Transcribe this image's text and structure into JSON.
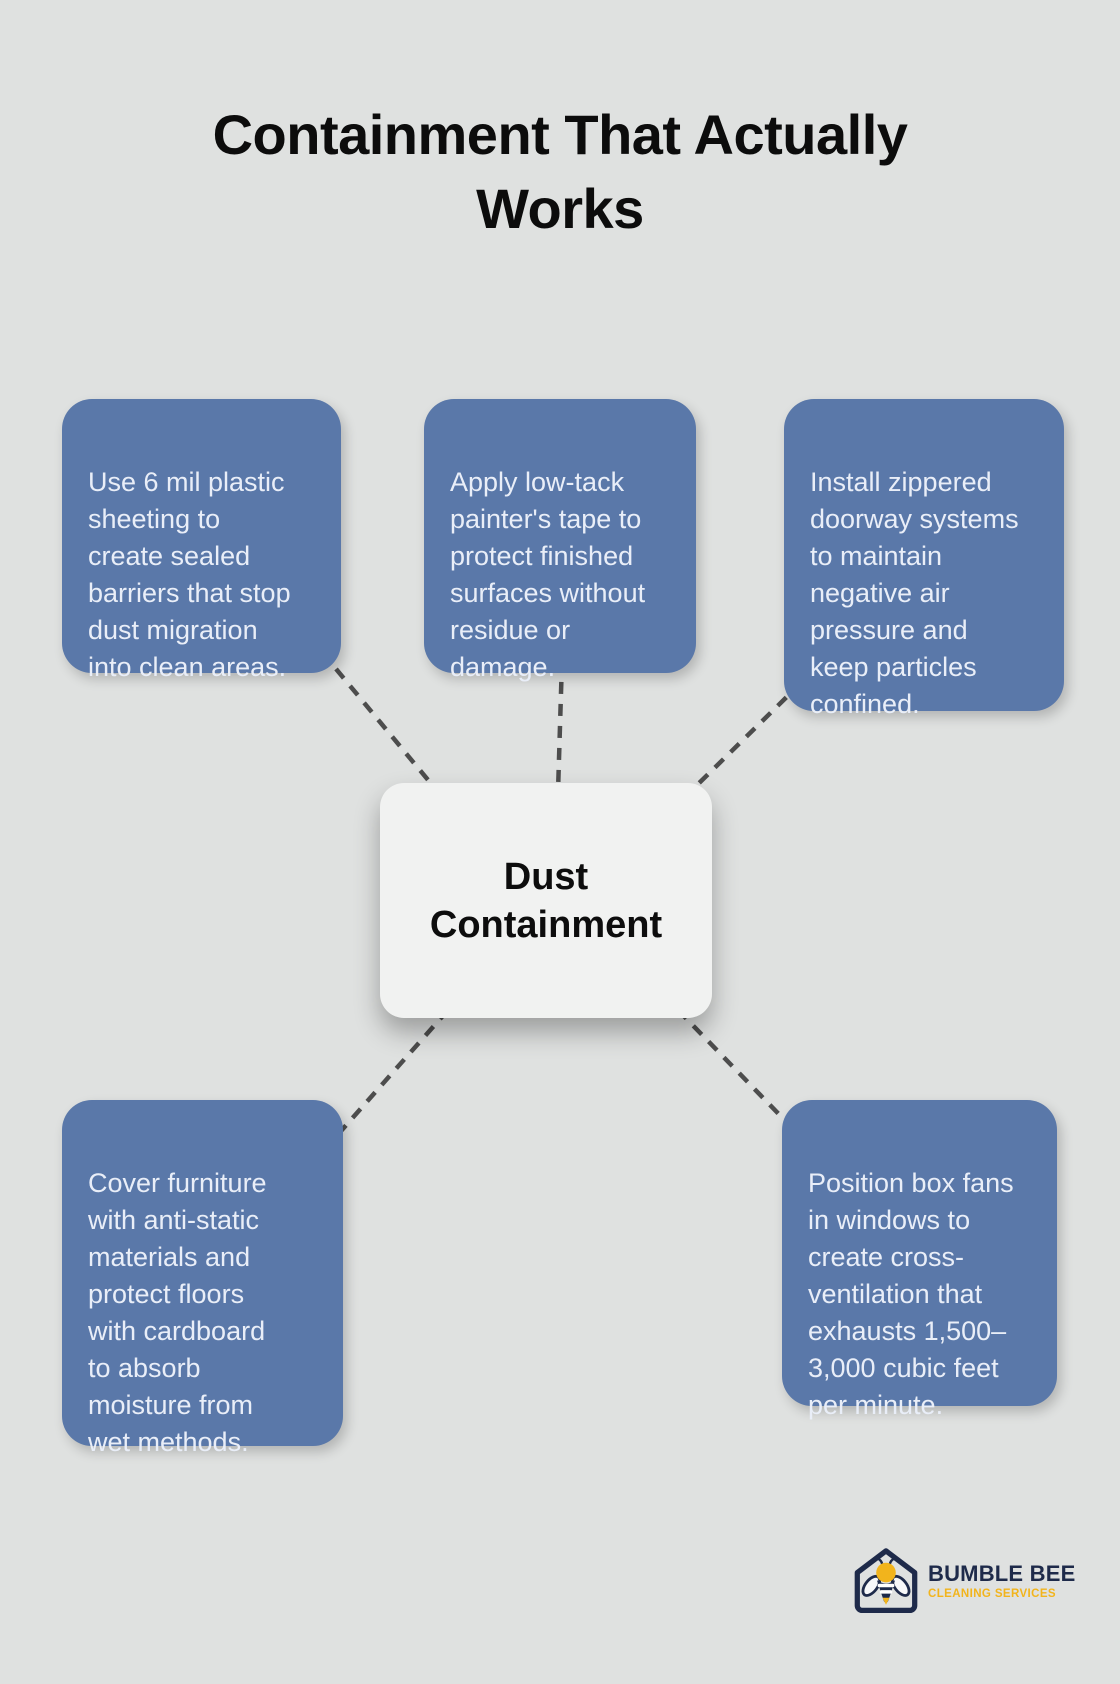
{
  "title": "Containment That Actually\nWorks",
  "center": {
    "label": "Dust\nContainment"
  },
  "nodes": [
    {
      "id": "top-left",
      "text": "Use 6 mil plastic\nsheeting to\ncreate sealed\nbarriers that stop\ndust migration\ninto clean areas."
    },
    {
      "id": "top-center",
      "text": "Apply low-tack\npainter's tape to\nprotect finished\nsurfaces without\nresidue or\ndamage."
    },
    {
      "id": "top-right",
      "text": "Install zippered\ndoorway systems\nto maintain\nnegative air\npressure and\nkeep particles\nconfined."
    },
    {
      "id": "bottom-left",
      "text": "Cover furniture\nwith anti-static\nmaterials and\nprotect floors\nwith cardboard\nto absorb\nmoisture from\nwet methods."
    },
    {
      "id": "bottom-right",
      "text": "Position box fans\nin windows to\ncreate cross-\nventilation that\nexhausts 1,500–\n3,000 cubic feet\nper minute."
    }
  ],
  "logo": {
    "name": "BUMBLE BEE",
    "tagline": "CLEANING SERVICES"
  },
  "colors": {
    "bg": "#dfe1e0",
    "node_fill": "#5a78a9",
    "node_text": "#e9eef8",
    "center_fill": "#f1f2f1",
    "center_text": "#0d0d0d",
    "line_color": "#4d4d4d",
    "title_color": "#0c0c0c",
    "logo_navy": "#1e2a4a",
    "logo_yellow": "#f2b41c"
  }
}
